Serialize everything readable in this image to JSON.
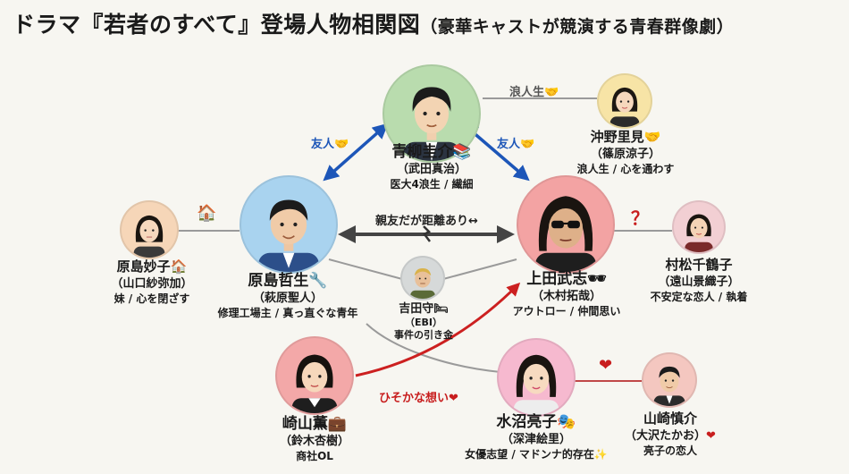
{
  "title": {
    "main": "ドラマ『若者のすべて』登場人物相関図",
    "sub": "（豪華キャストが競演する青春群像劇）"
  },
  "characters": [
    {
      "id": "aoyagi",
      "name": "青柳圭介",
      "emoji": "📚",
      "actor": "（武田真治）",
      "desc": "医大4浪生 / 繊細",
      "bg": "#b9dcae"
    },
    {
      "id": "okino",
      "name": "沖野里見",
      "emoji": "🤝",
      "actor": "（篠原涼子）",
      "desc": "浪人生 / 心を通わす",
      "bg": "#f7e4a6"
    },
    {
      "id": "taeko",
      "name": "原島妙子",
      "emoji": "🏠",
      "actor": "（山口紗弥加）",
      "desc": "妹 / 心を閉ざす",
      "bg": "#f6d6b8"
    },
    {
      "id": "tetsuo",
      "name": "原島哲生",
      "emoji": "🔧",
      "actor": "（萩原聖人）",
      "desc": "修理工場主 / 真っ直ぐな青年",
      "bg": "#a9d3ef"
    },
    {
      "id": "yoshida",
      "name": "吉田守",
      "emoji": "🛏",
      "actor": "（EBI）",
      "desc": "事件の引き金",
      "bg": "#d6d9d9"
    },
    {
      "id": "ueda",
      "name": "上田武志",
      "emoji": "🕶",
      "actor": "（木村拓哉）",
      "desc": "アウトロー / 仲間思い",
      "bg": "#f3a3a3"
    },
    {
      "id": "muramatsu",
      "name": "村松千鶴子",
      "emoji": "",
      "actor": "（遠山景織子）",
      "desc": "不安定な恋人 / 執着",
      "bg": "#f2cfd3"
    },
    {
      "id": "kaoru",
      "name": "崎山薫",
      "emoji": "💼",
      "actor": "（鈴木杏樹）",
      "desc": "商社OL",
      "bg": "#f3a8a8"
    },
    {
      "id": "ryoko",
      "name": "水沼亮子",
      "emoji": "🎭",
      "actor": "（深津絵里）",
      "desc": "女優志望 / マドンナ的存在✨",
      "bg": "#f6b9cf"
    },
    {
      "id": "yamazaki",
      "name": "山崎慎介",
      "emoji": "❤",
      "actor": "（大沢たかお）",
      "desc": "亮子の恋人",
      "bg": "#f4c7c0"
    }
  ],
  "relations": {
    "aoyagi_okino": "浪人生🤝",
    "aoyagi_tetsuo": "友人🤝",
    "aoyagi_ueda": "友人🤝",
    "tetsuo_ueda": "親友だが距離あり↔",
    "tetsuo_taeko": "🏠",
    "ueda_muramatsu": "？",
    "kaoru_ueda": "ひそかな想い❤",
    "ryoko_yamazaki": "❤"
  },
  "colors": {
    "friend_arrow": "#1d56b8",
    "rival_arrow": "#444444",
    "love_arrow": "#cc2020",
    "thin_line": "#9a9a9a",
    "love_line": "#c04848"
  }
}
